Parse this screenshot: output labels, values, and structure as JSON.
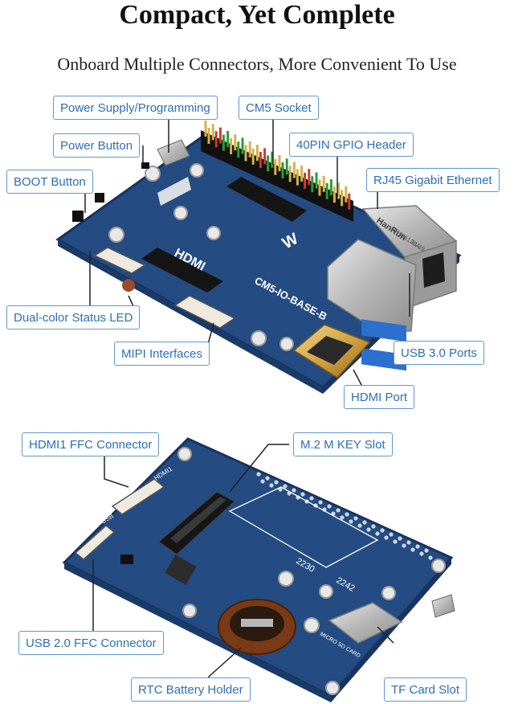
{
  "title": "Compact, Yet Complete",
  "subtitle": "Onboard Multiple Connectors, More Convenient To Use",
  "board_marks": {
    "model": "CM5-IO-BASE-B",
    "hdmi": "HDMI",
    "ethernet_brand": "HanRun",
    "ethernet_code": "HR911130A",
    "ethernet_date": "24/49",
    "slot_2230": "2230",
    "slot_2242": "2242",
    "usb_mark": "USB",
    "hdmi1_mark": "HDMI1",
    "sd_mark": "MICRO SD CARD"
  },
  "callouts": {
    "power_supply": "Power Supply/Programming",
    "cm5_socket": "CM5 Socket",
    "power_button": "Power Button",
    "gpio_header": "40PIN GPIO Header",
    "boot_button": "BOOT Button",
    "rj45": "RJ45 Gigabit Ethernet",
    "status_led": "Dual-color Status LED",
    "usb3": "USB 3.0 Ports",
    "mipi": "MIPI Interfaces",
    "hdmi_port": "HDMI Port",
    "hdmi1_ffc": "HDMI1 FFC Connector",
    "m2_slot": "M.2 M KEY Slot",
    "usb2_ffc": "USB 2.0 FFC Connector",
    "tf_card": "TF Card Slot",
    "rtc_battery": "RTC Battery Holder"
  },
  "colors": {
    "pcb": "#244b82",
    "pcb_dark": "#17335e",
    "callout_border": "#5f98d2",
    "callout_text": "#2d6fb6",
    "leader": "#222222"
  }
}
